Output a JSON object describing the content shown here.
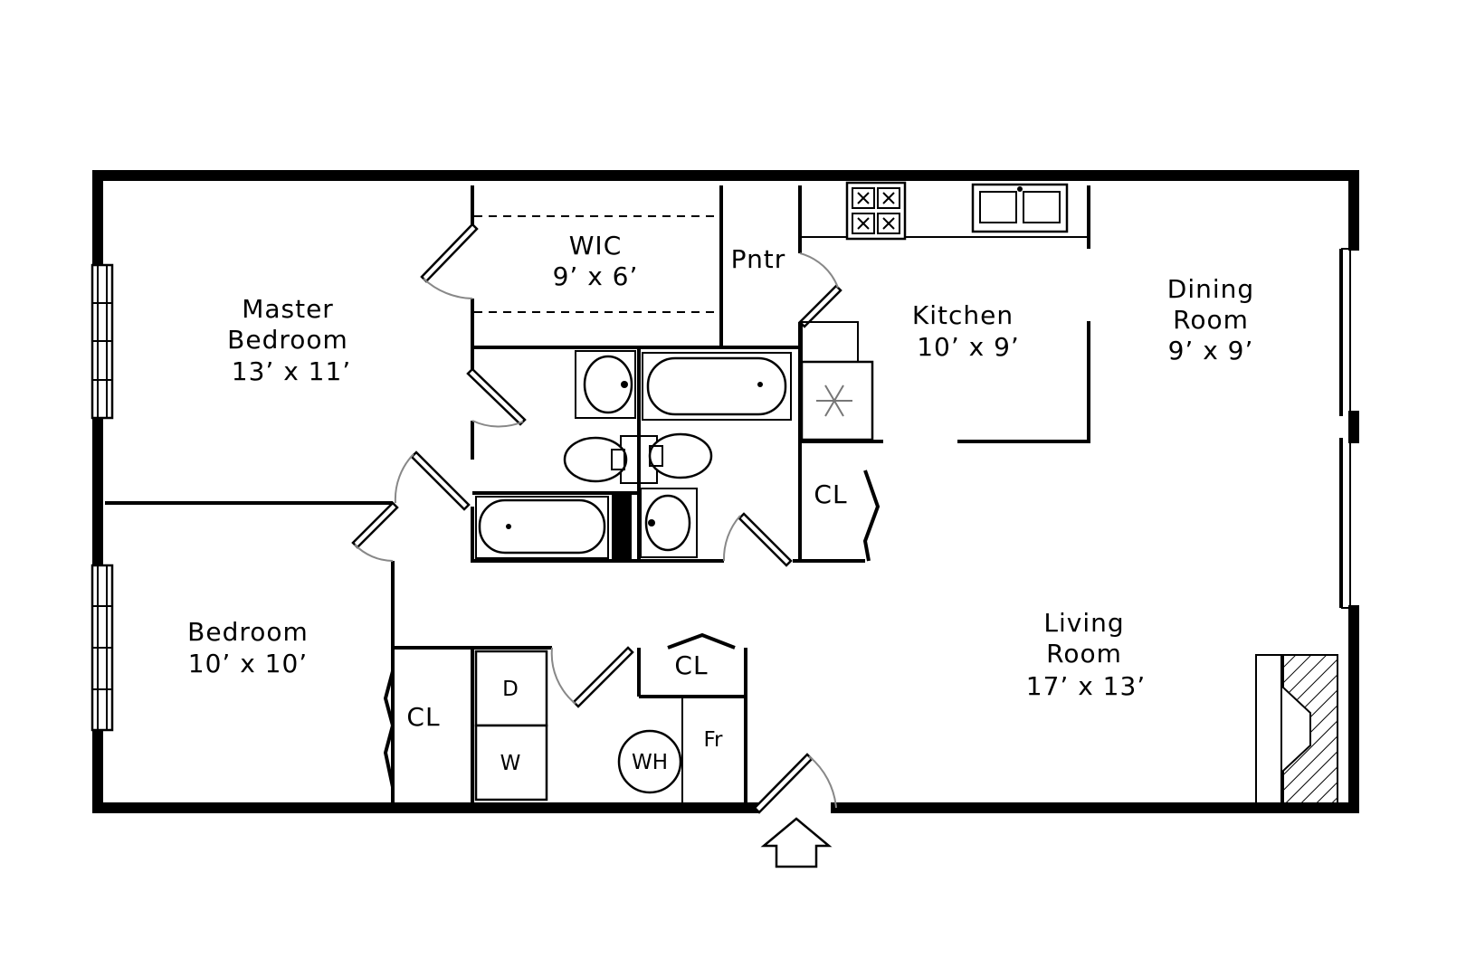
{
  "rooms": {
    "master_bedroom": {
      "name_line1": "Master",
      "name_line2": "Bedroom",
      "size": "13’ x 11’"
    },
    "wic": {
      "name": "WIC",
      "size": "9’ x 6’"
    },
    "pantry": {
      "name": "Pntr"
    },
    "kitchen": {
      "name": "Kitchen",
      "size": "10’ x 9’"
    },
    "dining_room": {
      "name_line1": "Dining",
      "name_line2": "Room",
      "size": "9’ x 9’"
    },
    "bedroom": {
      "name": "Bedroom",
      "size": "10’ x 10’"
    },
    "living_room": {
      "name_line1": "Living",
      "name_line2": "Room",
      "size": "17’ x 13’"
    }
  },
  "closets": {
    "kitchen_closet": "CL",
    "bedroom_closet": "CL",
    "hall_closet": "CL"
  },
  "appliances": {
    "dryer": "D",
    "washer": "W",
    "water_heater": "WH",
    "furnace": "Fr",
    "refrigerator_icon": "snowflake-icon"
  },
  "colors": {
    "wall": "#000000",
    "door_swing": "#888888",
    "background": "#ffffff"
  }
}
